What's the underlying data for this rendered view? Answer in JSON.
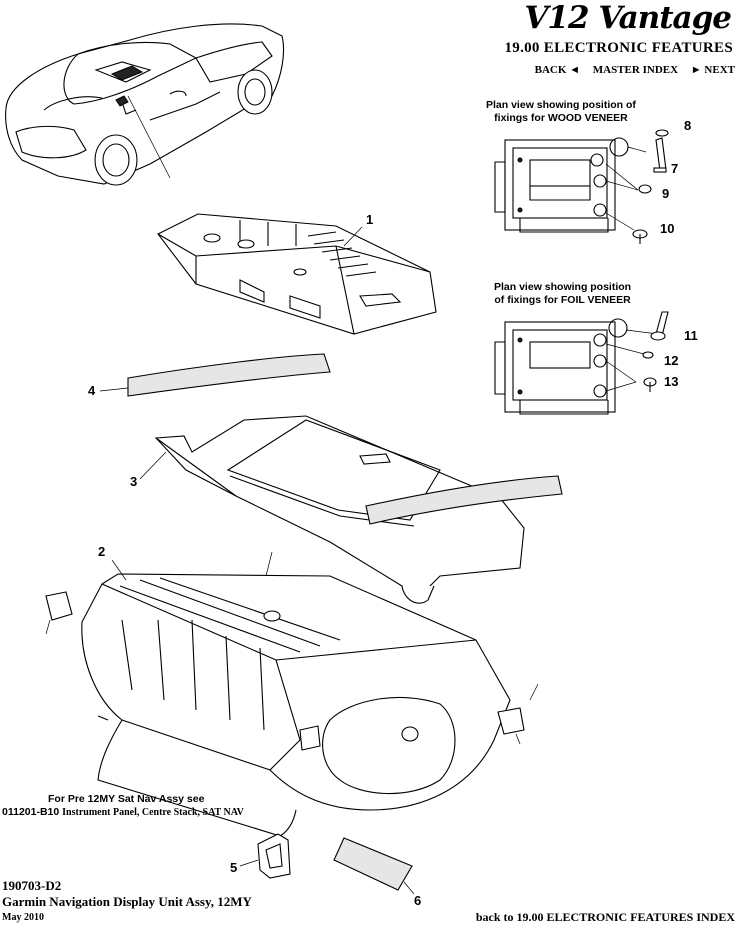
{
  "header": {
    "logo_text": "V12 Vantage",
    "section_title": "19.00 ELECTRONIC FEATURES",
    "nav": {
      "back": "BACK ◄",
      "master_index": "MASTER INDEX",
      "next": "► NEXT"
    }
  },
  "plan_views": {
    "wood_line1": "Plan view showing position of",
    "wood_line2": "fixings for WOOD VENEER",
    "foil_line1": "Plan view showing position",
    "foil_line2": "of fixings for FOIL VENEER"
  },
  "callouts": [
    "1",
    "2",
    "3",
    "4",
    "5",
    "6",
    "7",
    "8",
    "9",
    "10",
    "11",
    "12",
    "13"
  ],
  "note": {
    "line1": "For Pre 12MY Sat Nav Assy see",
    "line2_code": "011201-B10",
    "line2_text": "Instrument Panel, Centre Stack, SAT NAV"
  },
  "footer": {
    "part_number": "190703-D2",
    "part_name": "Garmin Navigation Display Unit Assy, 12MY",
    "date": "May 2010",
    "back_to_index": "back to 19.00 ELECTRONIC FEATURES INDEX"
  }
}
